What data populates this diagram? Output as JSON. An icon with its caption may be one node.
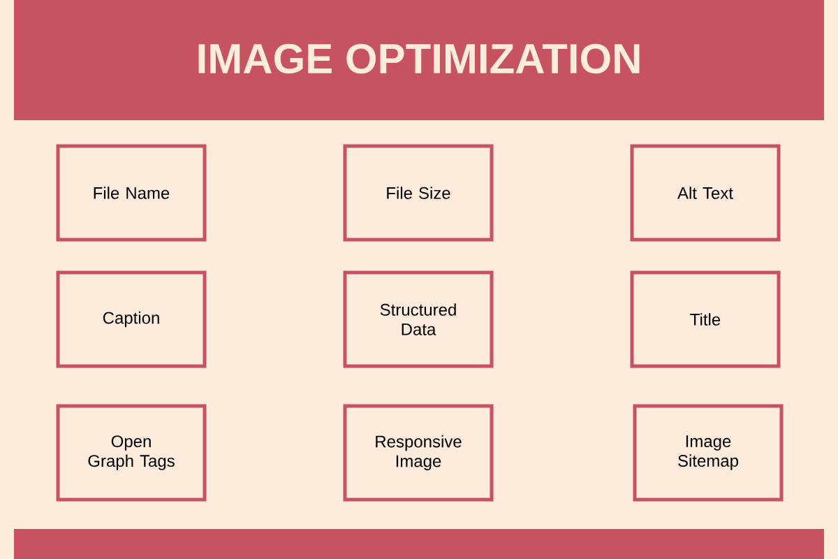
{
  "diagram": {
    "title": "IMAGE OPTIMIZATION",
    "nodes": [
      {
        "text": [
          "File Name"
        ]
      },
      {
        "text": [
          "File Size"
        ]
      },
      {
        "text": [
          "Alt Text"
        ]
      },
      {
        "text": [
          "Caption"
        ]
      },
      {
        "text": [
          "Structured Data"
        ]
      },
      {
        "text": [
          "Title"
        ]
      },
      {
        "text": [
          "Open Graph Tags"
        ]
      },
      {
        "text": [
          "Responsive Image"
        ]
      },
      {
        "text": [
          "Image Sitemap"
        ]
      }
    ]
  }
}
